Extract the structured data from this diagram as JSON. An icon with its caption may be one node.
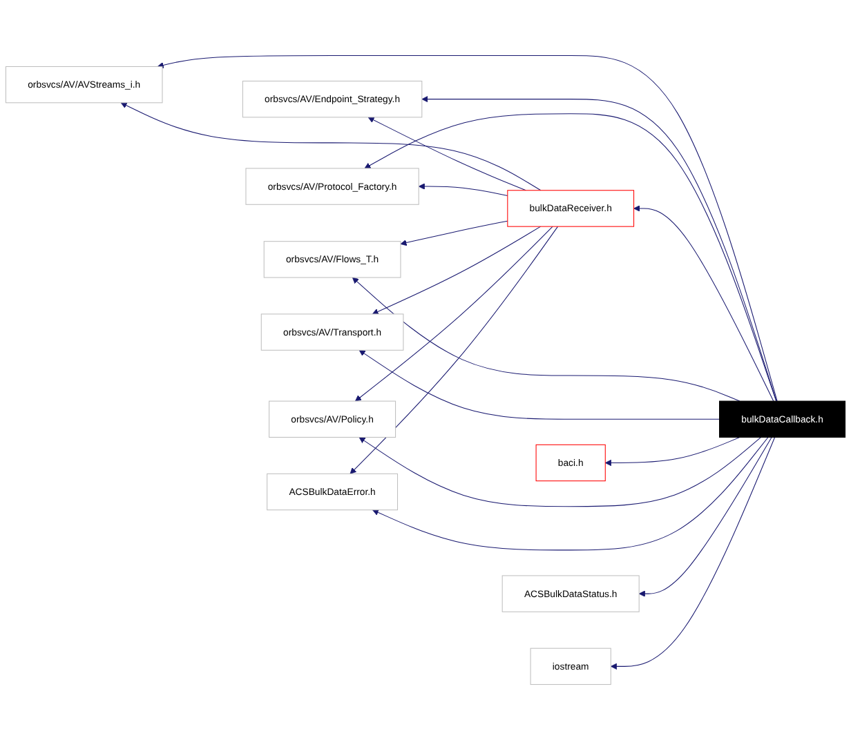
{
  "diagram": {
    "nodes": [
      {
        "text": [
          "orbsvcs/AV/AVStreams_i.h"
        ]
      },
      {
        "text": [
          "orbsvcs/AV/Endpoint_Strategy.h"
        ]
      },
      {
        "text": [
          "orbsvcs/AV/Protocol_Factory.h"
        ]
      },
      {
        "text": [
          "bulkDataReceiver.h"
        ]
      },
      {
        "text": [
          "orbsvcs/AV/Flows_T.h"
        ]
      },
      {
        "text": [
          "orbsvcs/AV/Transport.h"
        ]
      },
      {
        "text": [
          "bulkDataCallback.h"
        ]
      },
      {
        "text": [
          "baci.h"
        ]
      },
      {
        "text": [
          "orbsvcs/AV/Policy.h"
        ]
      },
      {
        "text": [
          "ACSBulkDataError.h"
        ]
      },
      {
        "text": [
          "ACSBulkDataStatus.h"
        ]
      },
      {
        "text": [
          "iostream"
        ]
      }
    ],
    "edges": [
      {
        "from": 6,
        "to": 0,
        "arrow": "to"
      },
      {
        "from": 6,
        "to": 1,
        "arrow": "to"
      },
      {
        "from": 6,
        "to": 2,
        "arrow": "to"
      },
      {
        "from": 6,
        "to": 3,
        "arrow": "to"
      },
      {
        "from": 6,
        "to": 4,
        "arrow": "to"
      },
      {
        "from": 6,
        "to": 5,
        "arrow": "to"
      },
      {
        "from": 6,
        "to": 7,
        "arrow": "to"
      },
      {
        "from": 6,
        "to": 8,
        "arrow": "to"
      },
      {
        "from": 6,
        "to": 9,
        "arrow": "to"
      },
      {
        "from": 6,
        "to": 10,
        "arrow": "to"
      },
      {
        "from": 6,
        "to": 11,
        "arrow": "to"
      },
      {
        "from": 3,
        "to": 0,
        "arrow": "to"
      },
      {
        "from": 3,
        "to": 1,
        "arrow": "to"
      },
      {
        "from": 3,
        "to": 2,
        "arrow": "to"
      },
      {
        "from": 3,
        "to": 4,
        "arrow": "to"
      },
      {
        "from": 3,
        "to": 5,
        "arrow": "to"
      },
      {
        "from": 3,
        "to": 8,
        "arrow": "to"
      },
      {
        "from": 3,
        "to": 9,
        "arrow": "to"
      }
    ]
  }
}
